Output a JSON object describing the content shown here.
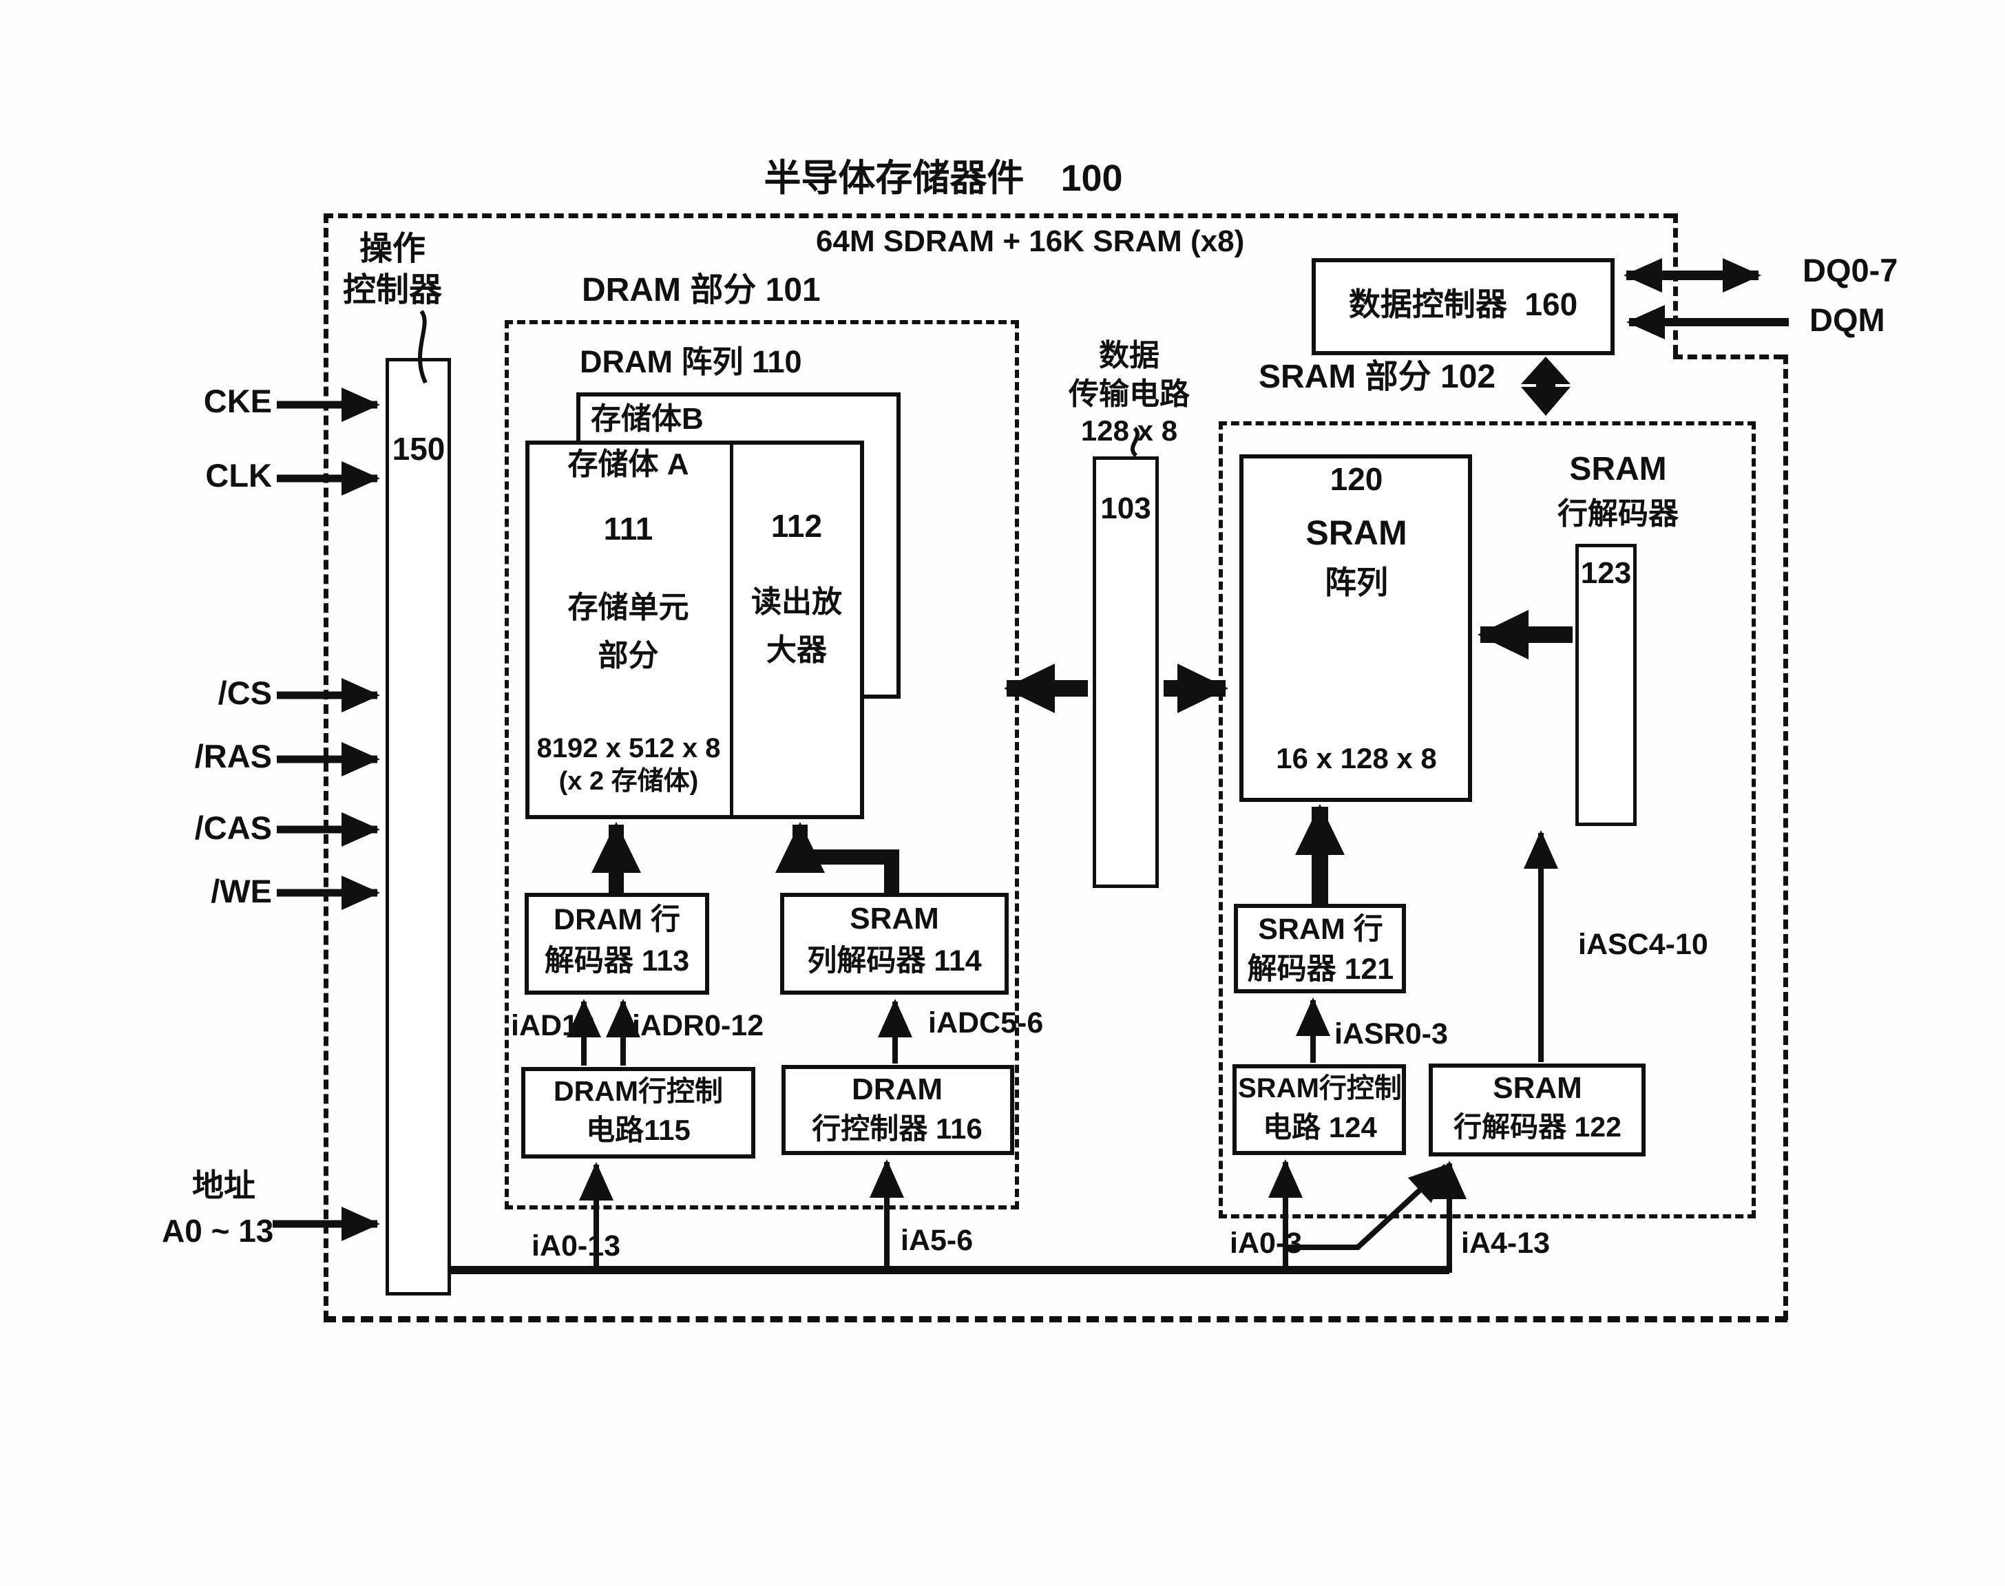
{
  "device": {
    "title": "半导体存储器件 100",
    "subtitle": "64M SDRAM + 16K SRAM (x8)"
  },
  "left": {
    "ctrl1": "操作",
    "ctrl2": "控制器",
    "ctrl_ref": "150",
    "cke": "CKE",
    "clk": "CLK",
    "cs": "/CS",
    "ras": "/RAS",
    "cas": "/CAS",
    "we": "/WE",
    "addr1": "地址",
    "addr2": "A0 ~ 13"
  },
  "dram": {
    "section": "DRAM 部分 101",
    "array": "DRAM 阵列 110",
    "bank_b": "存储体B",
    "bank_a": "存储体 A",
    "bank_a_ref": "111",
    "cell1": "存储单元",
    "cell2": "部分",
    "size1": "8192 x 512 x 8",
    "size2": "(x 2 存储体)",
    "sa_ref": "112",
    "sa1": "读出放",
    "sa2": "大器",
    "rowdec1": "DRAM 行",
    "rowdec2": "解码器 113",
    "coldec1": "SRAM",
    "coldec2": "列解码器 114",
    "rowctl1": "DRAM行控制",
    "rowctl2": "电路115",
    "rowctlr1": "DRAM",
    "rowctlr2": "行控制器 116",
    "iad13": "iAD13",
    "iadr": "iADR0-12",
    "iadc": "iADC5-6",
    "ia013": "iA0-13",
    "ia56": "iA5-6"
  },
  "xfer": {
    "l1": "数据",
    "l2": "传输电路",
    "l3": "128 x 8",
    "ref": "103"
  },
  "sram": {
    "section": "SRAM 部分 102",
    "array_ref": "120",
    "array1": "SRAM",
    "array2": "阵列",
    "size": "16 x 128 x 8",
    "dec_lbl1": "SRAM",
    "dec_lbl2": "行解码器",
    "dec_ref": "123",
    "rowdec1": "SRAM 行",
    "rowdec2": "解码器 121",
    "rowctl1": "SRAM行控制",
    "rowctl2": "电路 124",
    "rowdec21": "SRAM",
    "rowdec22": "行解码器 122",
    "iasr": "iASR0-3",
    "iasc": "iASC4-10",
    "ia03": "iA0-3",
    "ia413": "iA4-13"
  },
  "dc": {
    "label": "数据控制器",
    "ref": "160",
    "dq": "DQ0-7",
    "dqm": "DQM"
  }
}
